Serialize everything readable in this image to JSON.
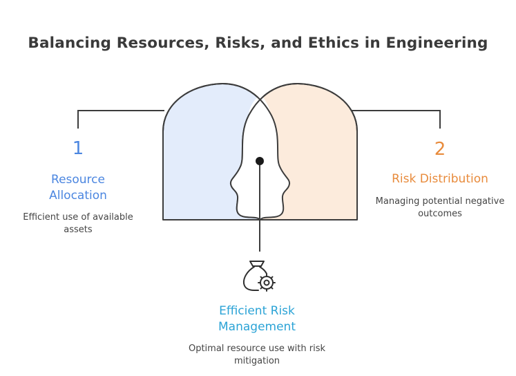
{
  "title": "Balancing Resources, Risks, and Ethics in Engineering",
  "colors": {
    "left_head_fill": "#e3ecfb",
    "right_head_fill": "#fcebdc",
    "outline": "#3c3c3c",
    "blue": "#4b86e0",
    "orange": "#e88b3c",
    "cyan": "#2ba3d6"
  },
  "left": {
    "number": "1",
    "heading": "Resource Allocation",
    "description": "Efficient use of available assets"
  },
  "right": {
    "number": "2",
    "heading": "Risk Distribution",
    "description": "Managing potential negative outcomes"
  },
  "center": {
    "icon": "money-bag-gear-icon",
    "heading": "Efficient Risk Management",
    "description": "Optimal resource use with risk mitigation"
  }
}
